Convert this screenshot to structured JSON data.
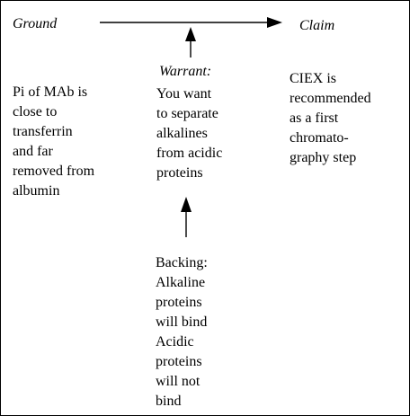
{
  "diagram": {
    "ground_label": "Ground",
    "claim_label": "Claim",
    "warrant_label": "Warrant:",
    "ground_lines": [
      "Pi of MAb is",
      "close to",
      "transferrin",
      "and far",
      "removed from",
      "albumin"
    ],
    "warrant_lines": [
      "You want",
      "to separate",
      "alkalines",
      "from acidic",
      "proteins"
    ],
    "claim_lines": [
      "CIEX is",
      "recommended",
      "as a first",
      "chromato-",
      "graphy step"
    ],
    "backing_lines": [
      "Backing:",
      "Alkaline",
      "proteins",
      "will bind",
      "Acidic",
      "proteins",
      "will not",
      "bind"
    ]
  }
}
